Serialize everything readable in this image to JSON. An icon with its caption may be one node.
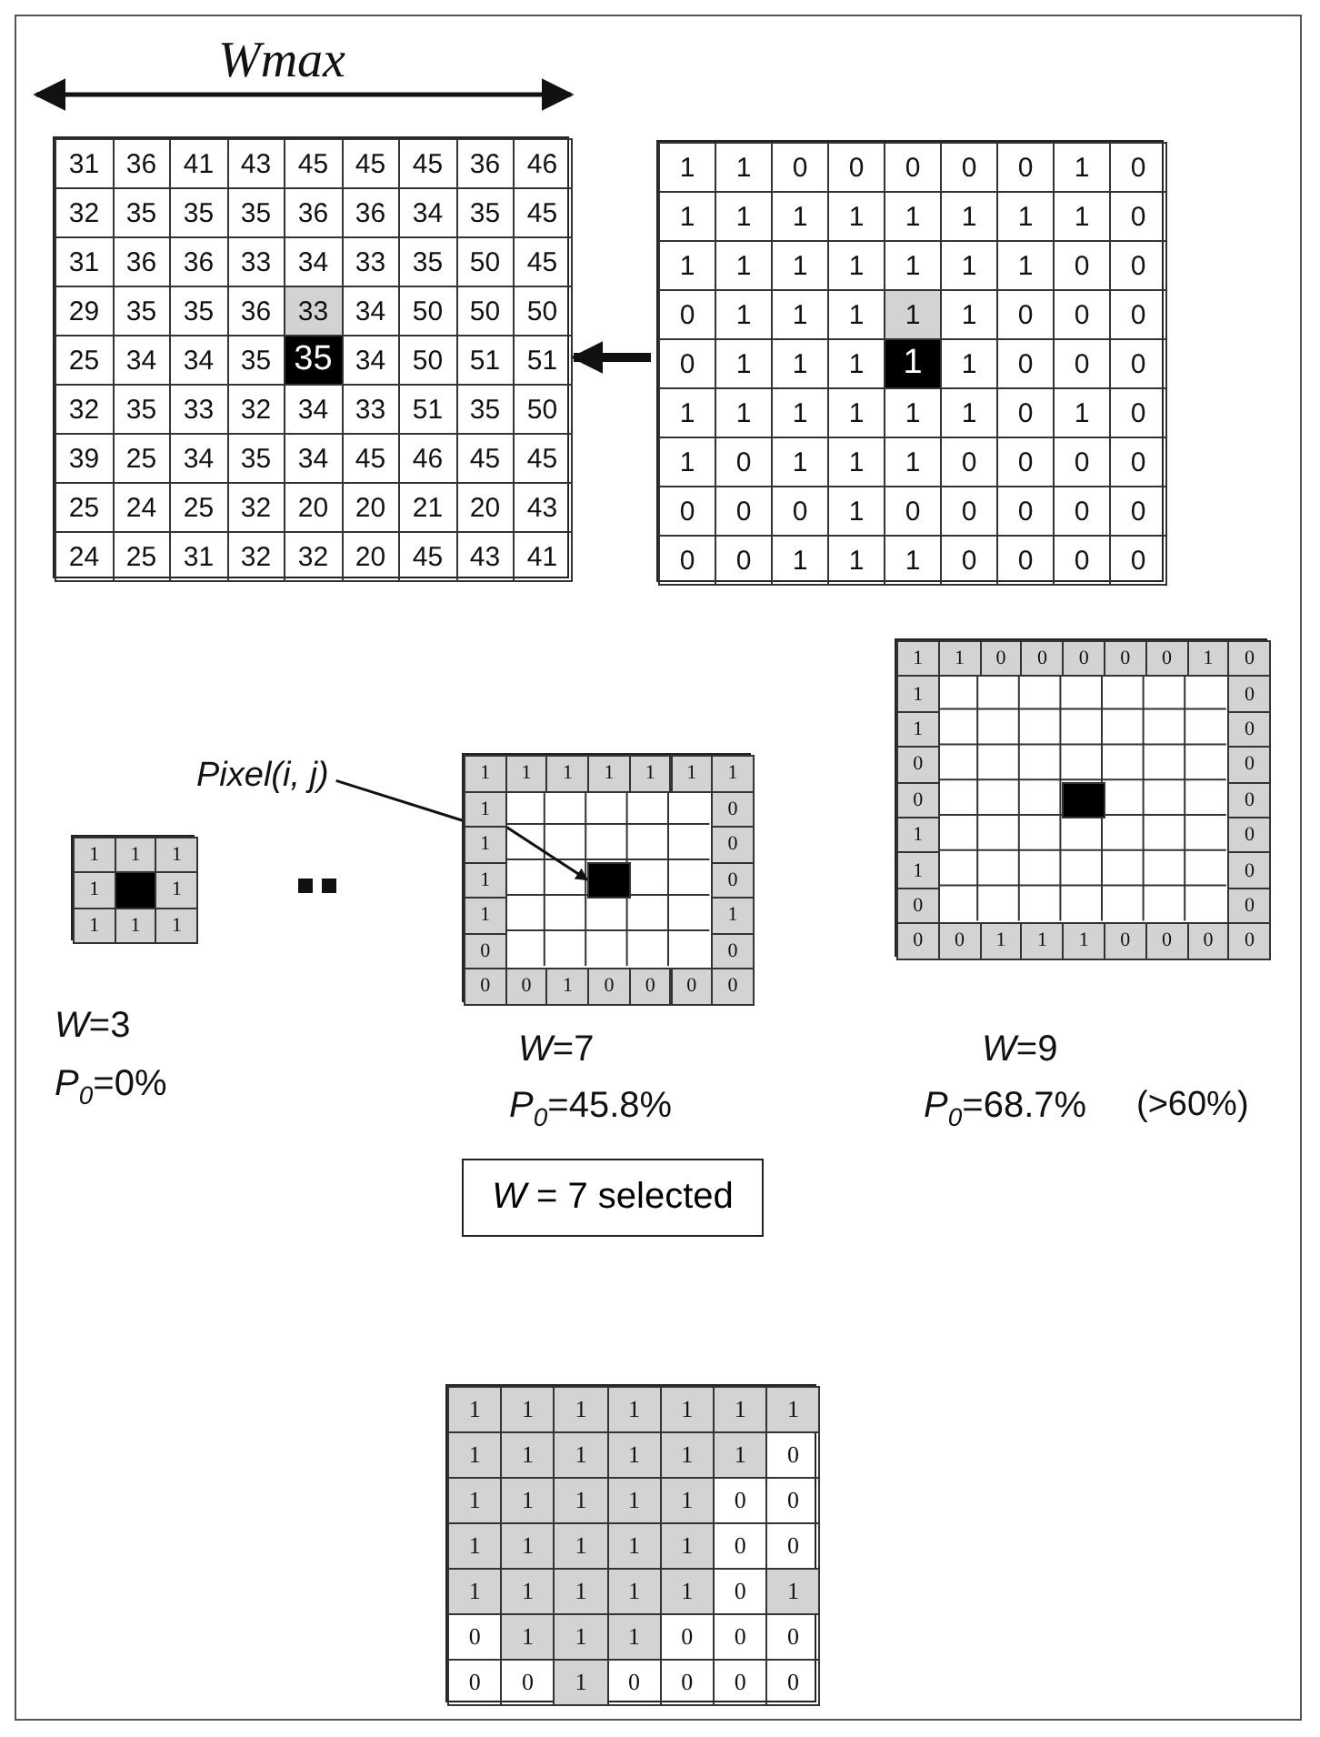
{
  "diagram": {
    "nodes": [
      {
        "text": [
          "31",
          "36",
          "41",
          "43",
          "45",
          "45",
          "45",
          "36",
          "46",
          "32",
          "35",
          "35",
          "35",
          "36",
          "36",
          "34",
          "35",
          "45",
          "31",
          "36",
          "36",
          "33",
          "34",
          "33",
          "35",
          "50",
          "45",
          "29",
          "35",
          "35",
          "36",
          "33",
          "34",
          "50",
          "50",
          "50",
          "25",
          "34",
          "34",
          "35",
          "35",
          "34",
          "50",
          "51",
          "51",
          "32",
          "35",
          "33",
          "32",
          "34",
          "33",
          "51",
          "35",
          "50",
          "39",
          "25",
          "34",
          "35",
          "34",
          "45",
          "46",
          "45",
          "45",
          "25",
          "24",
          "25",
          "32",
          "20",
          "20",
          "21",
          "20",
          "43",
          "24",
          "25",
          "31",
          "32",
          "32",
          "20",
          "45",
          "43",
          "41"
        ]
      },
      {
        "text": [
          "1",
          "1",
          "0",
          "0",
          "0",
          "0",
          "0",
          "1",
          "0",
          "1",
          "1",
          "1",
          "1",
          "1",
          "1",
          "1",
          "1",
          "0",
          "1",
          "1",
          "1",
          "1",
          "1",
          "1",
          "1",
          "0",
          "0",
          "0",
          "1",
          "1",
          "1",
          "1",
          "1",
          "0",
          "0",
          "0",
          "0",
          "1",
          "1",
          "1",
          "1",
          "1",
          "0",
          "0",
          "0",
          "1",
          "1",
          "1",
          "1",
          "1",
          "1",
          "0",
          "1",
          "0",
          "1",
          "0",
          "1",
          "1",
          "1",
          "0",
          "0",
          "0",
          "0",
          "0",
          "0",
          "0",
          "1",
          "0",
          "0",
          "0",
          "0",
          "0",
          "0",
          "0",
          "1",
          "1",
          "1",
          "0",
          "0",
          "0",
          "0"
        ]
      },
      {
        "text": [
          "1",
          "1",
          "1",
          "1",
          "1",
          "1",
          "1",
          "1"
        ],
        "beside": [
          "*W*=3",
          "*P*$_{0}$=0%"
        ]
      },
      {
        "text": [
          "1",
          "1",
          "1",
          "1",
          "1",
          "1",
          "1",
          "1",
          "0",
          "1",
          "0",
          "1",
          "0",
          "1",
          "1",
          "0",
          "0",
          "0",
          "0",
          "1",
          "0",
          "0",
          "0",
          "0"
        ],
        "beside": [
          "*W*=7",
          "*P*$_{0}$=45.8%"
        ]
      },
      {
        "text": [
          "1",
          "1",
          "0",
          "0",
          "0",
          "0",
          "0",
          "1",
          "0",
          "1",
          "0",
          "1",
          "0",
          "0",
          "0",
          "0",
          "0",
          "1",
          "0",
          "1",
          "0",
          "0",
          "0",
          "0",
          "0",
          "1",
          "1",
          "1",
          "0",
          "0",
          "0",
          "0"
        ],
        "beside": [
          "*W*=9",
          "*P*$_{0}$=68.7%"
        ]
      },
      {
        "text": [
          "Pixel(i, j)"
        ]
      },
      {
        "text": [],
        "shape": "box",
        "in": 3
      },
      {
        "text": [
          "*W* = 7 selected"
        ]
      },
      {
        "text": [
          "1",
          "1",
          "1",
          "1",
          "1",
          "1",
          "1",
          "1",
          "1",
          "1",
          "1",
          "1",
          "1",
          "0",
          "1",
          "1",
          "1",
          "1",
          "1",
          "0",
          "0",
          "1",
          "1",
          "1",
          "1",
          "1",
          "0",
          "0",
          "1",
          "1",
          "1",
          "1",
          "1",
          "0",
          "1",
          "0",
          "1",
          "1",
          "1",
          "0",
          "0",
          "0",
          "0",
          "0",
          "1",
          "0",
          "0",
          "0",
          "0"
        ]
      }
    ],
    "edges": [
      {
        "from": 1,
        "to": 0,
        "arrow": "to",
        "style": "thick"
      },
      {
        "from": 5,
        "to": 6,
        "arrow": "to"
      }
    ],
    "labels": [
      "Wmax",
      "(>60%)"
    ]
  }
}
